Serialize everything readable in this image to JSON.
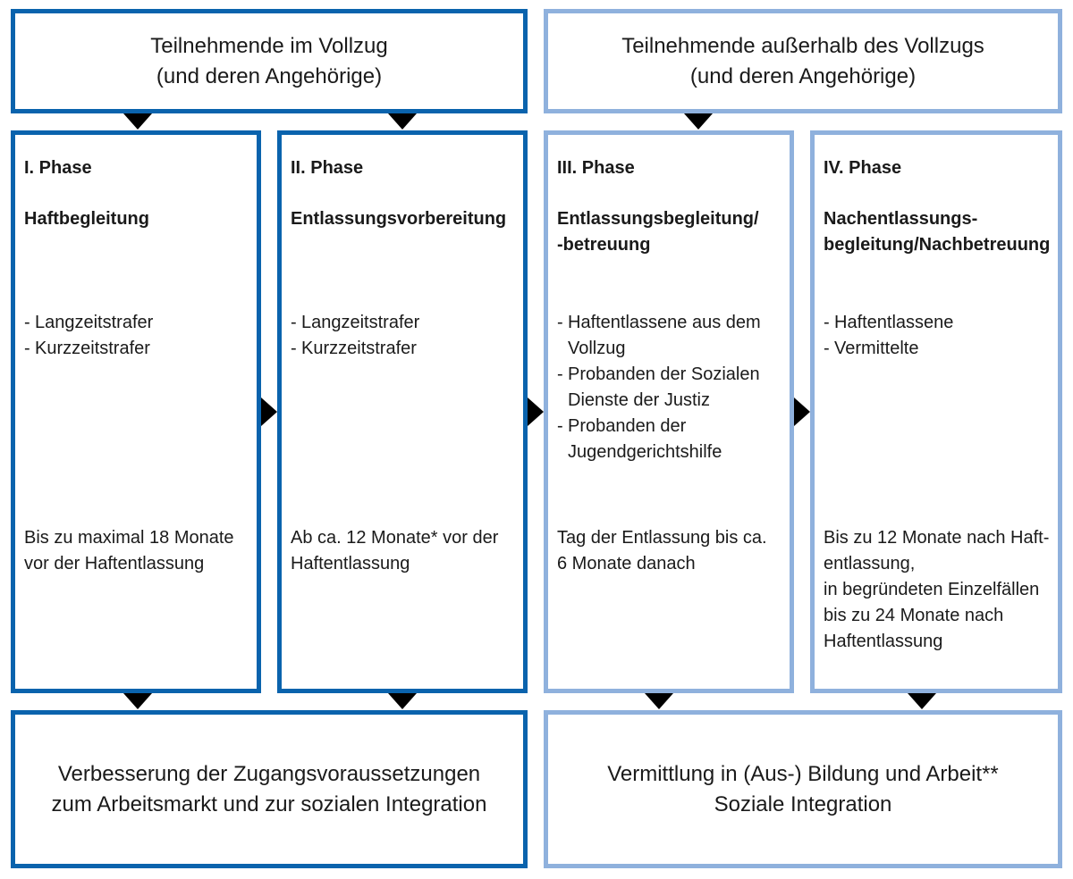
{
  "headers": {
    "inside": {
      "line1": "Teilnehmende im Vollzug",
      "line2": "(und deren Angehörige)"
    },
    "outside": {
      "line1": "Teilnehmende außerhalb des Vollzugs",
      "line2": "(und deren Angehörige)"
    }
  },
  "phases": [
    {
      "title": "I. Phase",
      "name": [
        "Haftbegleitung"
      ],
      "participants": [
        "Langzeitstrafer",
        "Kurzzeitstrafer"
      ],
      "duration": [
        "Bis zu maximal 18 Monate",
        "vor der Haftentlassung"
      ]
    },
    {
      "title": "II. Phase",
      "name": [
        "Entlassungsvorbereitung"
      ],
      "participants": [
        "Langzeitstrafer",
        "Kurzzeitstrafer"
      ],
      "duration": [
        "Ab ca. 12 Monate* vor der",
        "Haftentlassung"
      ]
    },
    {
      "title": "III. Phase",
      "name": [
        "Entlassungsbegleitung/",
        "-betreuung"
      ],
      "participants": [
        "Haftentlassene aus dem Vollzug",
        "Probanden der Sozialen Dienste der Justiz",
        "Probanden der Jugendgerichtshilfe"
      ],
      "duration": [
        "Tag der Entlassung bis ca.",
        "6 Monate danach"
      ]
    },
    {
      "title": "IV. Phase",
      "name": [
        "Nachentlassungs-",
        "begleitung/Nachbetreuung"
      ],
      "participants": [
        "Haftentlassene",
        "Vermittelte"
      ],
      "duration": [
        "Bis zu 12 Monate nach Haft-",
        "entlassung,",
        "in begründeten Einzelfällen",
        "bis zu 24 Monate nach",
        "Haftentlassung"
      ]
    }
  ],
  "results": {
    "inside": {
      "line1": "Verbesserung der Zugangsvoraussetzungen",
      "line2": "zum Arbeitsmarkt und zur sozialen Integration"
    },
    "outside": {
      "line1": "Vermittlung in (Aus-) Bildung und Arbeit**",
      "line2": "Soziale Integration"
    }
  },
  "colors": {
    "inside_border": "#0a63ad",
    "outside_border": "#8fb1dd",
    "arrow": "#000000"
  }
}
